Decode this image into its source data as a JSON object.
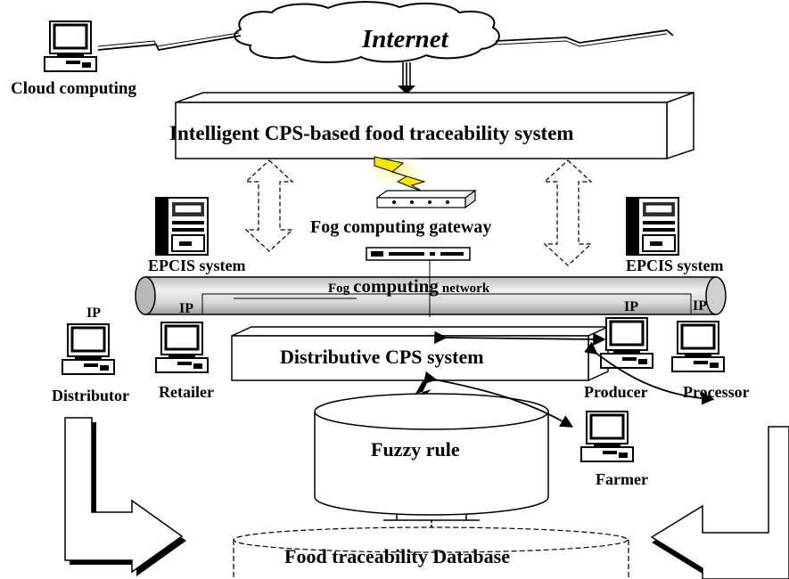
{
  "diagram": {
    "internet": "Internet",
    "cloud_computing": "Cloud computing",
    "system_title": "Intelligent CPS-based food traceability system",
    "fog_gateway": "Fog computing gateway",
    "epcis_left": "EPCIS system",
    "epcis_right": "EPCIS system",
    "fog_network_prefix": "Fog",
    "fog_network_main": "computing",
    "fog_network_suffix": "network",
    "ip_labels": [
      "IP",
      "IP",
      "IP",
      "IP"
    ],
    "distributive_cps": "Distributive CPS system",
    "distributor": "Distributor",
    "retailer": "Retailer",
    "producer": "Producer",
    "processor": "Processor",
    "farmer": "Farmer",
    "fuzzy_rule": "Fuzzy rule",
    "database": "Food traceability Database"
  },
  "colors": {
    "lightning": "#f5e600",
    "lightning_glow": "#fbf38a",
    "line": "#000000",
    "fill": "#ffffff",
    "tube_shade": "#c9c9c9"
  }
}
